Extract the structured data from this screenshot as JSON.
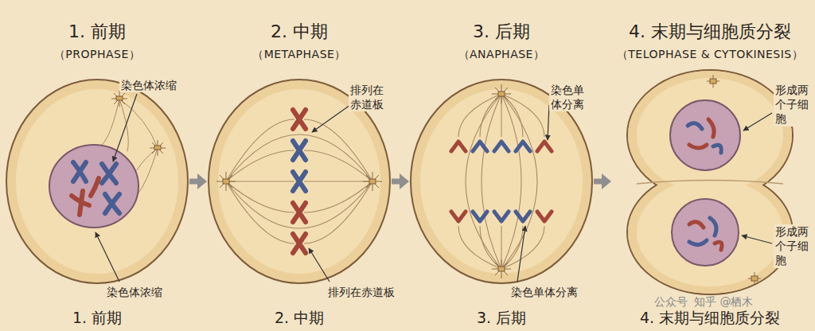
{
  "diagram": {
    "nodes": [
      {
        "text": [
          "1. 前期",
          "（PROPHASE）"
        ]
      },
      {
        "text": [
          "2. 中期",
          "（METAPHASE）"
        ]
      },
      {
        "text": [
          "3. 后期",
          "（ANAPHASE）"
        ]
      },
      {
        "text": [
          "4. 末期与细胞质分裂",
          "（TELOPHASE & CYTOKINESIS）"
        ]
      }
    ],
    "edges": [
      {
        "from": 0,
        "to": 1,
        "arrow": "to"
      },
      {
        "from": 1,
        "to": 2,
        "arrow": "to"
      },
      {
        "from": 2,
        "to": 3,
        "arrow": "to"
      }
    ],
    "labels": [
      "染色体浓缩",
      "染色体浓缩",
      "排列在赤道板",
      "排列在赤道板",
      "染色单体分离",
      "染色单体分离",
      "形成两个子细胞",
      "形成两个子细胞",
      "1. 前期",
      "2. 中期",
      "3. 后期",
      "4. 末期与细胞质分裂",
      "公众号",
      "知乎 @栖木"
    ]
  }
}
